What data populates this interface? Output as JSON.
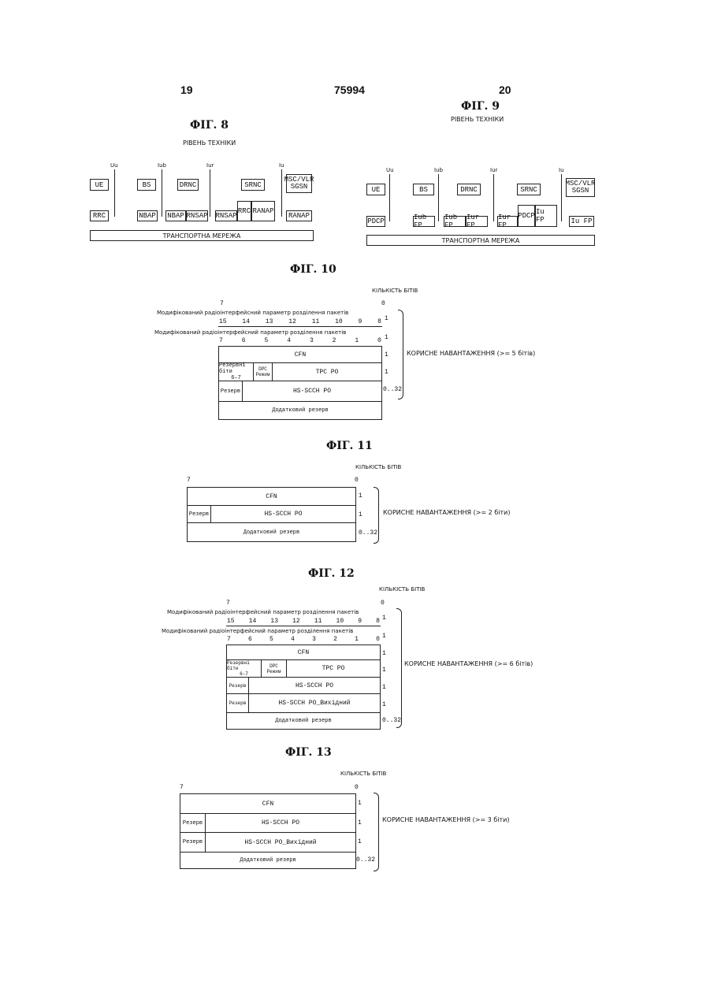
{
  "header": {
    "left_page": "19",
    "doc_number": "75994",
    "right_page": "20"
  },
  "fig8": {
    "title": "ФІГ. 8",
    "subtitle": "РІВЕНЬ ТЕХНІКИ",
    "interfaces": [
      "Uu",
      "Iub",
      "Iur",
      "Iu"
    ],
    "nodes": [
      "UE",
      "BS",
      "DRNC",
      "SRNC",
      "MSC/VLR",
      "SGSN"
    ],
    "protocols": [
      "RRC",
      "NBAP",
      "NBAP",
      "RNSAP",
      "RNSAP",
      "RRC",
      "RANAP",
      "RANAP"
    ],
    "transport": "ТРАНСПОРТНА МЕРЕЖА"
  },
  "fig9": {
    "title": "ФІГ. 9",
    "subtitle": "РІВЕНЬ ТЕХНІКИ",
    "interfaces": [
      "Uu",
      "Iub",
      "Iur",
      "Iu"
    ],
    "nodes": [
      "UE",
      "BS",
      "DRNC",
      "SRNC",
      "MSC/VLR",
      "SGSN"
    ],
    "protocols": [
      "PDCP",
      "Iub FP",
      "Iub FP",
      "Iur FP",
      "Iur FP",
      "PDCP",
      "Iu FP",
      "Iu FP"
    ],
    "transport": "ТРАНСПОРТНА МЕРЕЖА"
  },
  "fig10": {
    "title": "ФІГ. 10",
    "bits_label": "КІЛЬКІСТЬ БІТІВ",
    "bit_hi": "7",
    "bit_lo": "0",
    "mod_label_1": "Модифікований радіоінтерфейсний параметр розділення пакетів",
    "bits_row_1": [
      "15",
      "14",
      "13",
      "12",
      "11",
      "10",
      "9",
      "8"
    ],
    "mod_label_2": "Модифікований радіоінтерфейсний параметр розділення пакетів",
    "bits_row_2": [
      "7",
      "6",
      "5",
      "4",
      "3",
      "2",
      "1",
      "0"
    ],
    "cfn": "CFN",
    "spare_bits": "Резервні біти",
    "spare_bits_range": "6–7",
    "dpc": "DPC",
    "mode": "Режим",
    "tpc": "TPC PO",
    "spare": "Резерв",
    "hs_scch": "HS-SCCH PO",
    "extra_spare": "Додатковий резерв",
    "counts": [
      "1",
      "1",
      "1",
      "1",
      "0..32"
    ],
    "payload": "КОРИСНЕ НАВАНТАЖЕННЯ (>= 5 бітів)"
  },
  "fig11": {
    "title": "ФІГ. 11",
    "bits_label": "КІЛЬКІСТЬ БІТІВ",
    "bit_hi": "7",
    "bit_lo": "0",
    "cfn": "CFN",
    "spare": "Резерв",
    "hs_scch": "HS-SCCH PO",
    "extra_spare": "Додатковий резерв",
    "counts": [
      "1",
      "1",
      "0..32"
    ],
    "payload": "КОРИСНЕ НАВАНТАЖЕННЯ (>= 2 біти)"
  },
  "fig12": {
    "title": "ФІГ. 12",
    "bits_label": "КІЛЬКІСТЬ БІТІВ",
    "bit_hi": "7",
    "bit_lo": "0",
    "mod_label_1": "Модифікований радіоінтерфейсний параметр розділення пакетів",
    "bits_row_1": [
      "15",
      "14",
      "13",
      "12",
      "11",
      "10",
      "9",
      "8"
    ],
    "mod_label_2": "Модифікований радіоінтерфейсний параметр розділення пакетів",
    "bits_row_2": [
      "7",
      "6",
      "5",
      "4",
      "3",
      "2",
      "1",
      "0"
    ],
    "cfn": "CFN",
    "spare_bits": "Резервні біти",
    "spare_bits_range": "6–7",
    "dpc": "DPC",
    "mode": "Режим",
    "tpc": "TPC PO",
    "spare": "Резерв",
    "hs_scch": "HS-SCCH PO",
    "hs_scch_out": "HS-SCCH PO_Вихідний",
    "extra_spare": "Додатковий резерв",
    "counts": [
      "1",
      "1",
      "1",
      "1",
      "1",
      "1",
      "0..32"
    ],
    "payload": "КОРИСНЕ НАВАНТАЖЕННЯ (>= 6 бітів)"
  },
  "fig13": {
    "title": "ФІГ. 13",
    "bits_label": "КІЛЬКІСТЬ БІТІВ",
    "bit_hi": "7",
    "bit_lo": "0",
    "cfn": "CFN",
    "spare": "Резерв",
    "hs_scch": "HS-SCCH PO",
    "hs_scch_out": "HS-SCCH PO_Вихідний",
    "extra_spare": "Додатковий резерв",
    "counts": [
      "1",
      "1",
      "1",
      "0..32"
    ],
    "payload": "КОРИСНЕ НАВАНТАЖЕННЯ (>= 3 біти)"
  }
}
